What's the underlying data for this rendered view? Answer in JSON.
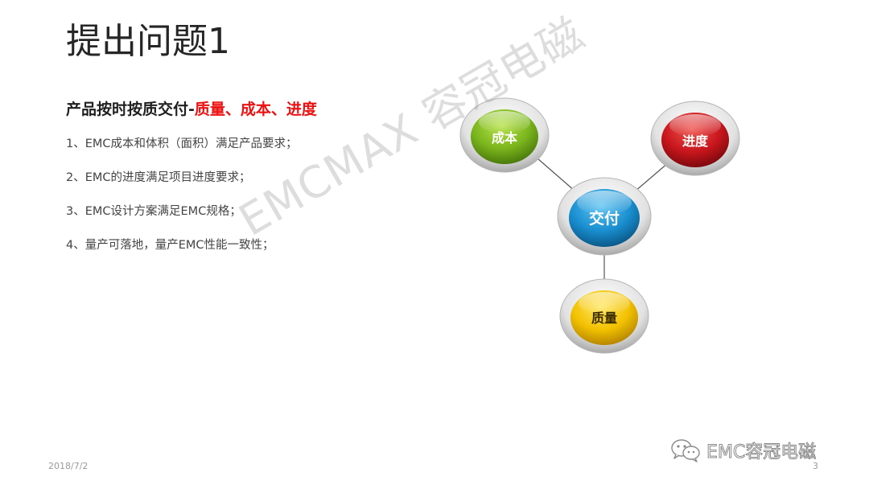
{
  "slide": {
    "title": "提出问题1",
    "subtitle_prefix": "产品按时按质交付-",
    "subtitle_accent": "质量、成本、进度",
    "bullets": [
      "1、EMC成本和体积（面积）满足产品要求；",
      "2、EMC的进度满足项目进度要求；",
      "3、EMC设计方案满足EMC规格；",
      "4、量产可落地，量产EMC性能一致性；"
    ]
  },
  "diagram": {
    "nodes": {
      "cost": {
        "label": "成本",
        "color": "#7ab51d"
      },
      "schedule": {
        "label": "进度",
        "color": "#c8161d"
      },
      "delivery": {
        "label": "交付",
        "color": "#1a8fd0"
      },
      "quality": {
        "label": "质量",
        "color": "#f2c100"
      }
    }
  },
  "watermark": "EMCMAX 容冠电磁",
  "footer": {
    "date": "2018/7/2",
    "page": "3",
    "brand": "EMC容冠电磁"
  },
  "icons": {
    "brand_logo": "wechat-icon"
  },
  "colors": {
    "accent_red": "#ee1111",
    "title": "#262626"
  }
}
